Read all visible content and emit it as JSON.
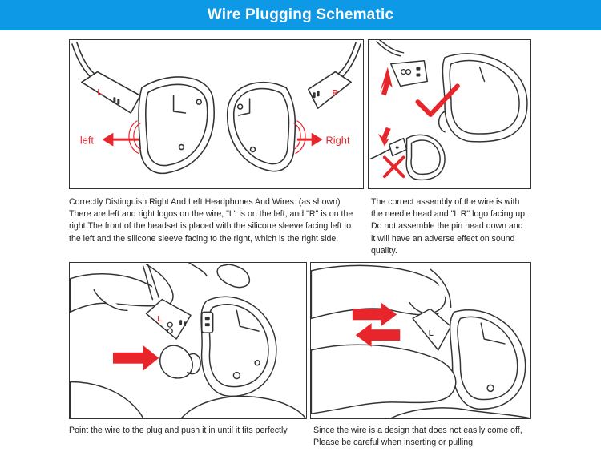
{
  "header": {
    "title": "Wire Plugging Schematic",
    "background_color": "#0d99e6"
  },
  "colors": {
    "arrow_red": "#e8252a",
    "line": "#333333"
  },
  "panel_left_right": {
    "label_left": "left",
    "label_right": "Right",
    "plug_left_letter": "L",
    "plug_right_letter": "R",
    "caption_lines": [
      "Correctly Distinguish Right And Left Headphones And Wires: (as shown)",
      "There are left and right logos on the wire, \"L\" is on the left, and \"R\" is on the",
      "right.The front of the headset is placed with the silicone sleeve facing left to",
      "the left and the silicone sleeve facing to the right, which is the right side."
    ]
  },
  "panel_assembly": {
    "correct_icon": "check-mark-icon",
    "wrong_icon": "cross-mark-icon",
    "caption_lines": [
      "The correct assembly of the wire is with",
      "the needle head and \"L R\" logo facing up.",
      "Do not assemble the pin head down and",
      "it will have an adverse effect on sound",
      "quality."
    ]
  },
  "panel_push": {
    "plug_letter": "L",
    "caption_lines": [
      "Point the wire to the plug and push it in until it fits perfectly"
    ]
  },
  "panel_pull": {
    "plug_letter": "L",
    "caption_lines": [
      "Since the wire is a design that does not easily come off,",
      "Please be careful when inserting or pulling."
    ]
  }
}
